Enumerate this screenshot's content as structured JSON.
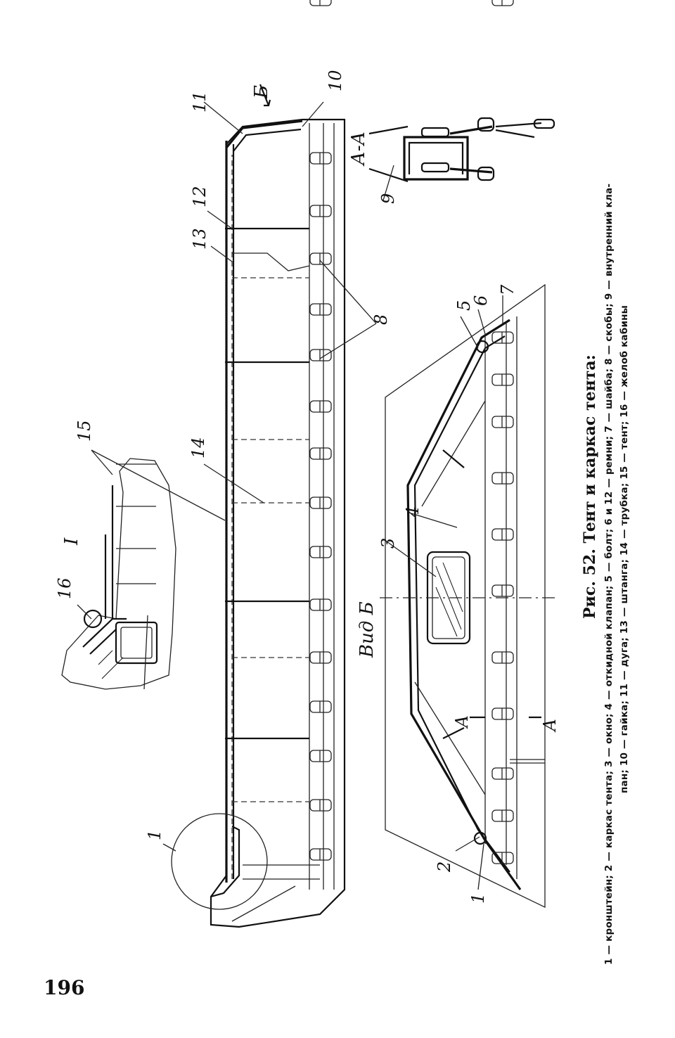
{
  "page": {
    "number": "196",
    "caption": {
      "title": "Рис. 52. Тент и каркас тента:",
      "legend_line1": "1 — кронштейн; 2 — каркас тента; 3 — окно; 4 — откидной клапан; 5 — болт; 6 и 12 — ремни; 7 — шайба; 8 — скобы; 9 — внутренний кла-",
      "legend_line2": "пан; 10 — гайка; 11 — дуга; 13 — штанга; 14 — трубка; 15 — тент; 16 — желоб кабины"
    }
  },
  "figure": {
    "views": {
      "detail": "I",
      "view_b": "Вид Б",
      "section": "А-А",
      "direction_b": "Б",
      "section_mark": "А"
    },
    "callouts": {
      "c1": "1",
      "c2": "2",
      "c3": "3",
      "c4": "4",
      "c5": "5",
      "c6": "6",
      "c7": "7",
      "c8": "8",
      "c9": "9",
      "c10": "10",
      "c11": "11",
      "c12": "12",
      "c13": "13",
      "c14": "14",
      "c15": "15",
      "c16": "16"
    }
  }
}
